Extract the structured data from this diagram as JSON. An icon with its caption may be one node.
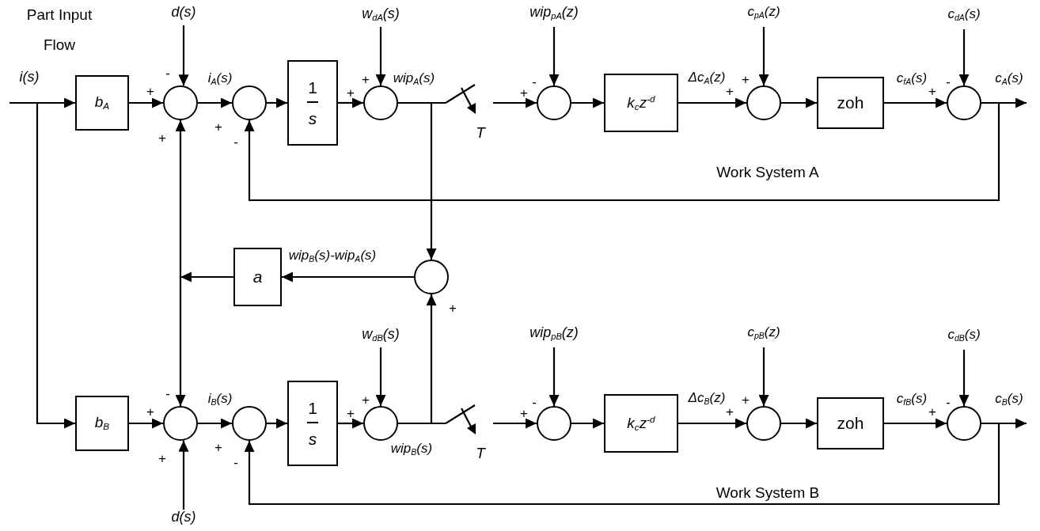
{
  "diagram": {
    "nodes": [
      {
        "text": [
          "i(s)"
        ]
      },
      {
        "text": [
          "d(s)"
        ]
      },
      {
        "text": [
          "b$_{A}$"
        ]
      },
      {
        "text": [],
        "shape": "circle"
      },
      {
        "text": [],
        "shape": "circle"
      },
      {
        "text": [
          "1",
          "s"
        ]
      },
      {
        "text": [
          "w$_{dA}$(s)"
        ]
      },
      {
        "text": [],
        "shape": "circle"
      },
      {
        "text": [],
        "shape": "switch",
        "beside": [
          "T"
        ]
      },
      {
        "text": [
          "wip$_{pA}$(z)"
        ]
      },
      {
        "text": [],
        "shape": "circle"
      },
      {
        "text": [
          "k$_{c}$z$^{-d}$"
        ]
      },
      {
        "text": [
          "c$_{pA}$(z)"
        ]
      },
      {
        "text": [],
        "shape": "circle"
      },
      {
        "text": [
          "zoh"
        ]
      },
      {
        "text": [
          "c$_{dA}$(s)"
        ]
      },
      {
        "text": [],
        "shape": "circle"
      },
      {
        "text": [
          "a"
        ]
      },
      {
        "text": [],
        "shape": "circle"
      },
      {
        "text": [
          "w$_{dB}$(s)"
        ]
      },
      {
        "text": [
          "wip$_{pB}$(z)"
        ]
      },
      {
        "text": [
          "c$_{pB}$(z)"
        ]
      },
      {
        "text": [
          "c$_{dB}$(s)"
        ]
      },
      {
        "text": [
          "b$_{B}$"
        ]
      },
      {
        "text": [],
        "shape": "circle"
      },
      {
        "text": [],
        "shape": "circle"
      },
      {
        "text": [
          "1",
          "s"
        ]
      },
      {
        "text": [],
        "shape": "circle"
      },
      {
        "text": [],
        "shape": "switch",
        "beside": [
          "T"
        ]
      },
      {
        "text": [],
        "shape": "circle"
      },
      {
        "text": [
          "k$_{c}$z$^{-d}$"
        ]
      },
      {
        "text": [],
        "shape": "circle"
      },
      {
        "text": [
          "zoh"
        ]
      },
      {
        "text": [],
        "shape": "circle"
      },
      {
        "text": [
          "d(s)"
        ]
      }
    ],
    "edges": [
      {
        "from": 0,
        "to": 2,
        "arrow": "to"
      },
      {
        "from": 0,
        "to": 23,
        "arrow": "to"
      },
      {
        "from": 2,
        "to": 3,
        "arrow": "to"
      },
      {
        "from": 1,
        "to": 3,
        "arrow": "to"
      },
      {
        "from": 3,
        "to": 4,
        "arrow": "to",
        "label": "i$_{A}$(s)"
      },
      {
        "from": 4,
        "to": 5,
        "arrow": "to"
      },
      {
        "from": 5,
        "to": 7,
        "arrow": "to"
      },
      {
        "from": 6,
        "to": 7,
        "arrow": "to"
      },
      {
        "from": 7,
        "to": 8,
        "arrow": "none",
        "label": "wip$_{A}$(s)"
      },
      {
        "from": 7,
        "to": 18,
        "arrow": "to"
      },
      {
        "from": 8,
        "to": 10,
        "arrow": "to"
      },
      {
        "from": 9,
        "to": 10,
        "arrow": "to"
      },
      {
        "from": 10,
        "to": 11,
        "arrow": "to"
      },
      {
        "from": 11,
        "to": 13,
        "arrow": "to",
        "label": "Δc$_{A}$(z)"
      },
      {
        "from": 12,
        "to": 13,
        "arrow": "to"
      },
      {
        "from": 13,
        "to": 14,
        "arrow": "to"
      },
      {
        "from": 14,
        "to": 16,
        "arrow": "to",
        "label": "c$_{fA}$(s)"
      },
      {
        "from": 15,
        "to": 16,
        "arrow": "to"
      },
      {
        "from": 16,
        "to": null,
        "arrow": "to",
        "label": "c$_{A}$(s)"
      },
      {
        "from": 16,
        "to": 4,
        "arrow": "to"
      },
      {
        "from": 18,
        "to": 17,
        "arrow": "to",
        "label": "wip$_{B}$(s)-wip$_{A}$(s)"
      },
      {
        "from": 17,
        "to": 3,
        "arrow": "to"
      },
      {
        "from": 17,
        "to": 24,
        "arrow": "to"
      },
      {
        "from": 23,
        "to": 24,
        "arrow": "to"
      },
      {
        "from": 34,
        "to": 24,
        "arrow": "to"
      },
      {
        "from": 24,
        "to": 25,
        "arrow": "to",
        "label": "i$_{B}$(s)"
      },
      {
        "from": 25,
        "to": 26,
        "arrow": "to"
      },
      {
        "from": 26,
        "to": 27,
        "arrow": "to"
      },
      {
        "from": 19,
        "to": 27,
        "arrow": "to"
      },
      {
        "from": 27,
        "to": 28,
        "arrow": "none",
        "label": "wip$_{B}$(s)"
      },
      {
        "from": 27,
        "to": 18,
        "arrow": "to"
      },
      {
        "from": 28,
        "to": 29,
        "arrow": "to"
      },
      {
        "from": 20,
        "to": 29,
        "arrow": "to"
      },
      {
        "from": 29,
        "to": 30,
        "arrow": "to"
      },
      {
        "from": 30,
        "to": 31,
        "arrow": "to",
        "label": "Δc$_{B}$(z)"
      },
      {
        "from": 21,
        "to": 31,
        "arrow": "to"
      },
      {
        "from": 31,
        "to": 32,
        "arrow": "to"
      },
      {
        "from": 32,
        "to": 33,
        "arrow": "to",
        "label": "c$_{fB}$(s)"
      },
      {
        "from": 22,
        "to": 33,
        "arrow": "to"
      },
      {
        "from": 33,
        "to": null,
        "arrow": "to",
        "label": "c$_{B}$(s)"
      },
      {
        "from": 33,
        "to": 25,
        "arrow": "to"
      }
    ],
    "labels": [
      "Part Input Flow",
      "-",
      "+",
      "+",
      "+",
      "-",
      "+",
      "+",
      "+",
      "-",
      "+",
      "+",
      "+",
      "-",
      "Work System A",
      "+",
      "-",
      "+",
      "+",
      "+",
      "-",
      "+",
      "+",
      "+",
      "-",
      "+",
      "+",
      "+",
      "-",
      "Work System B"
    ]
  }
}
